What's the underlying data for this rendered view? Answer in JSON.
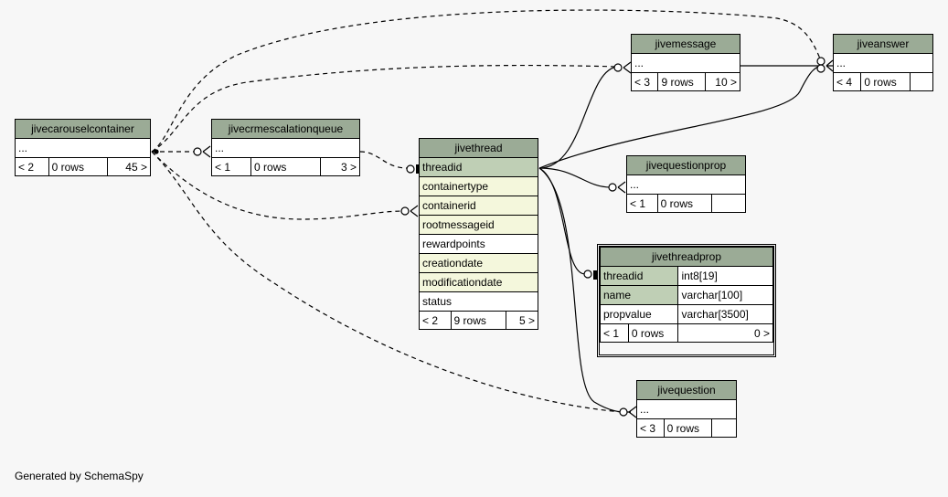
{
  "diagram": {
    "footer": "Generated by SchemaSpy",
    "tables": {
      "jivecarouselcontainer": {
        "name": "jivecarouselcontainer",
        "row": "...",
        "stats": [
          "< 2",
          "0 rows",
          "45 >"
        ]
      },
      "jivecrmescalationqueue": {
        "name": "jivecrmescalationqueue",
        "row": "...",
        "stats": [
          "< 1",
          "0 rows",
          "3 >"
        ]
      },
      "jivethread": {
        "name": "jivethread",
        "columns": [
          "threadid",
          "containertype",
          "containerid",
          "rootmessageid",
          "rewardpoints",
          "creationdate",
          "modificationdate",
          "status"
        ],
        "stats": [
          "< 2",
          "9 rows",
          "5 >"
        ]
      },
      "jivemessage": {
        "name": "jivemessage",
        "row": "...",
        "stats": [
          "< 3",
          "9 rows",
          "10 >"
        ]
      },
      "jiveanswer": {
        "name": "jiveanswer",
        "row": "...",
        "stats": [
          "< 4",
          "0 rows",
          ""
        ]
      },
      "jivequestionprop": {
        "name": "jivequestionprop",
        "row": "...",
        "stats": [
          "< 1",
          "0 rows",
          ""
        ]
      },
      "jivethreadprop": {
        "name": "jivethreadprop",
        "columns": [
          {
            "name": "threadid",
            "type": "int8[19]"
          },
          {
            "name": "name",
            "type": "varchar[100]"
          },
          {
            "name": "propvalue",
            "type": "varchar[3500]"
          }
        ],
        "stats": [
          "< 1",
          "0 rows",
          "0 >"
        ]
      },
      "jivequestion": {
        "name": "jivequestion",
        "row": "...",
        "stats": [
          "< 3",
          "0 rows",
          ""
        ]
      }
    },
    "colors": {
      "header": "#9bab96",
      "primary_key": "#bfcfb5",
      "indexed": "#f4f7dc",
      "background": "#f7f7f7"
    }
  }
}
